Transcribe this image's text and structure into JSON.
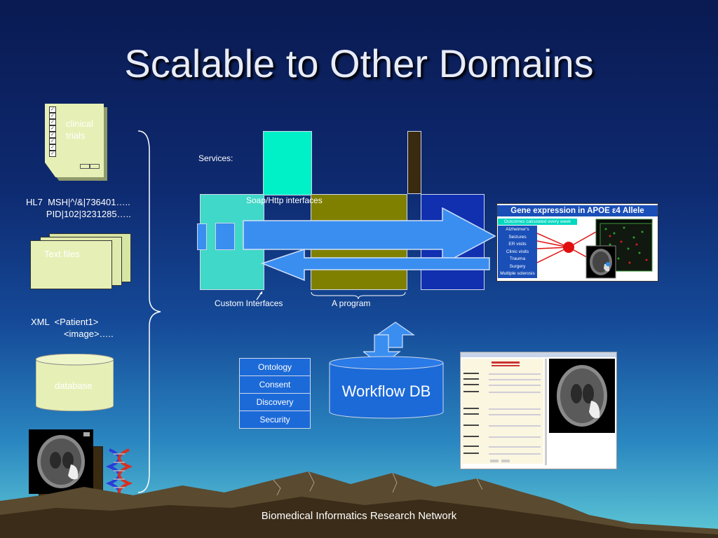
{
  "slide": {
    "title": "Scalable to Other Domains",
    "footer": "Biomedical Informatics Research Network"
  },
  "sources": {
    "clinical_trials": "clinical\ntrials",
    "hl7": "HL7  MSH|^/&|736401…..\n        PID|102|3231285…..",
    "text_files": "Text files",
    "xml": "XML  <Patient1>\n             <image>…..",
    "database": "database"
  },
  "architecture": {
    "services_label": "Services:",
    "soap_label": "Soap/Http interfaces",
    "custom_interfaces_label": "Custom Interfaces",
    "program_label": "A program",
    "workflow_db": "Workflow DB",
    "services": [
      "Ontology",
      "Consent",
      "Discovery",
      "Security"
    ]
  },
  "gene_expression": {
    "title": "Gene expression in APOE ε4 Allele",
    "rows": [
      "Outcomes calculated every week",
      "Alzheimer's",
      "Seizures",
      "ER visits",
      "Clinic visits",
      "Trauma",
      "Surgery",
      "Multiple sclerosis"
    ]
  },
  "colors": {
    "teal": "#00f0c8",
    "olive": "#808000",
    "arrow_blue": "#3a8ef0",
    "service_blue": "#1c6ad8",
    "dark_brown": "#3a2a10"
  }
}
